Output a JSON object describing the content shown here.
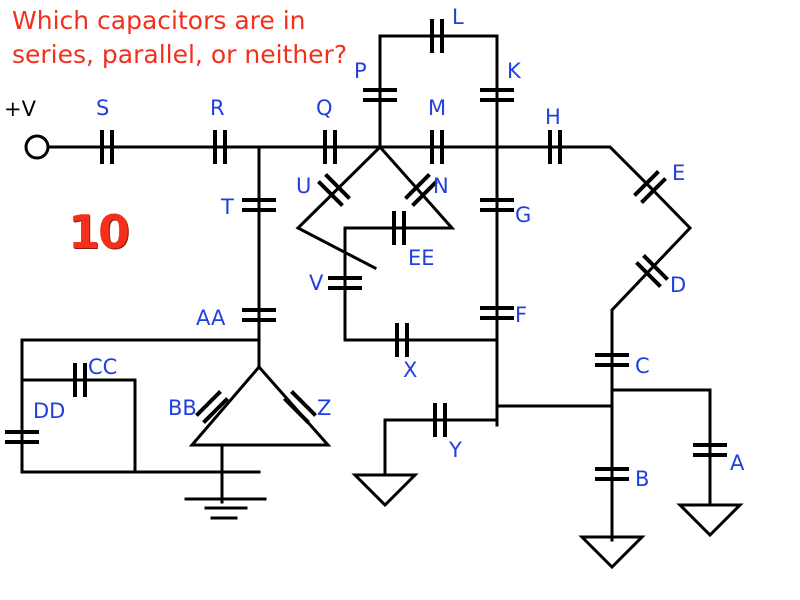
{
  "question": {
    "line1": "Which capacitors are in",
    "line2": "series, parallel, or neither?"
  },
  "problem_number": "10",
  "source_label": "+V",
  "capacitors": [
    "S",
    "R",
    "Q",
    "P",
    "L",
    "K",
    "M",
    "H",
    "E",
    "D",
    "C",
    "B",
    "A",
    "T",
    "U",
    "N",
    "EE",
    "V",
    "X",
    "G",
    "F",
    "Y",
    "AA",
    "BB",
    "Z",
    "CC",
    "DD"
  ],
  "colors": {
    "question_text": "#f2301b",
    "label_text": "#1f3fe0",
    "wire": "#000000"
  }
}
